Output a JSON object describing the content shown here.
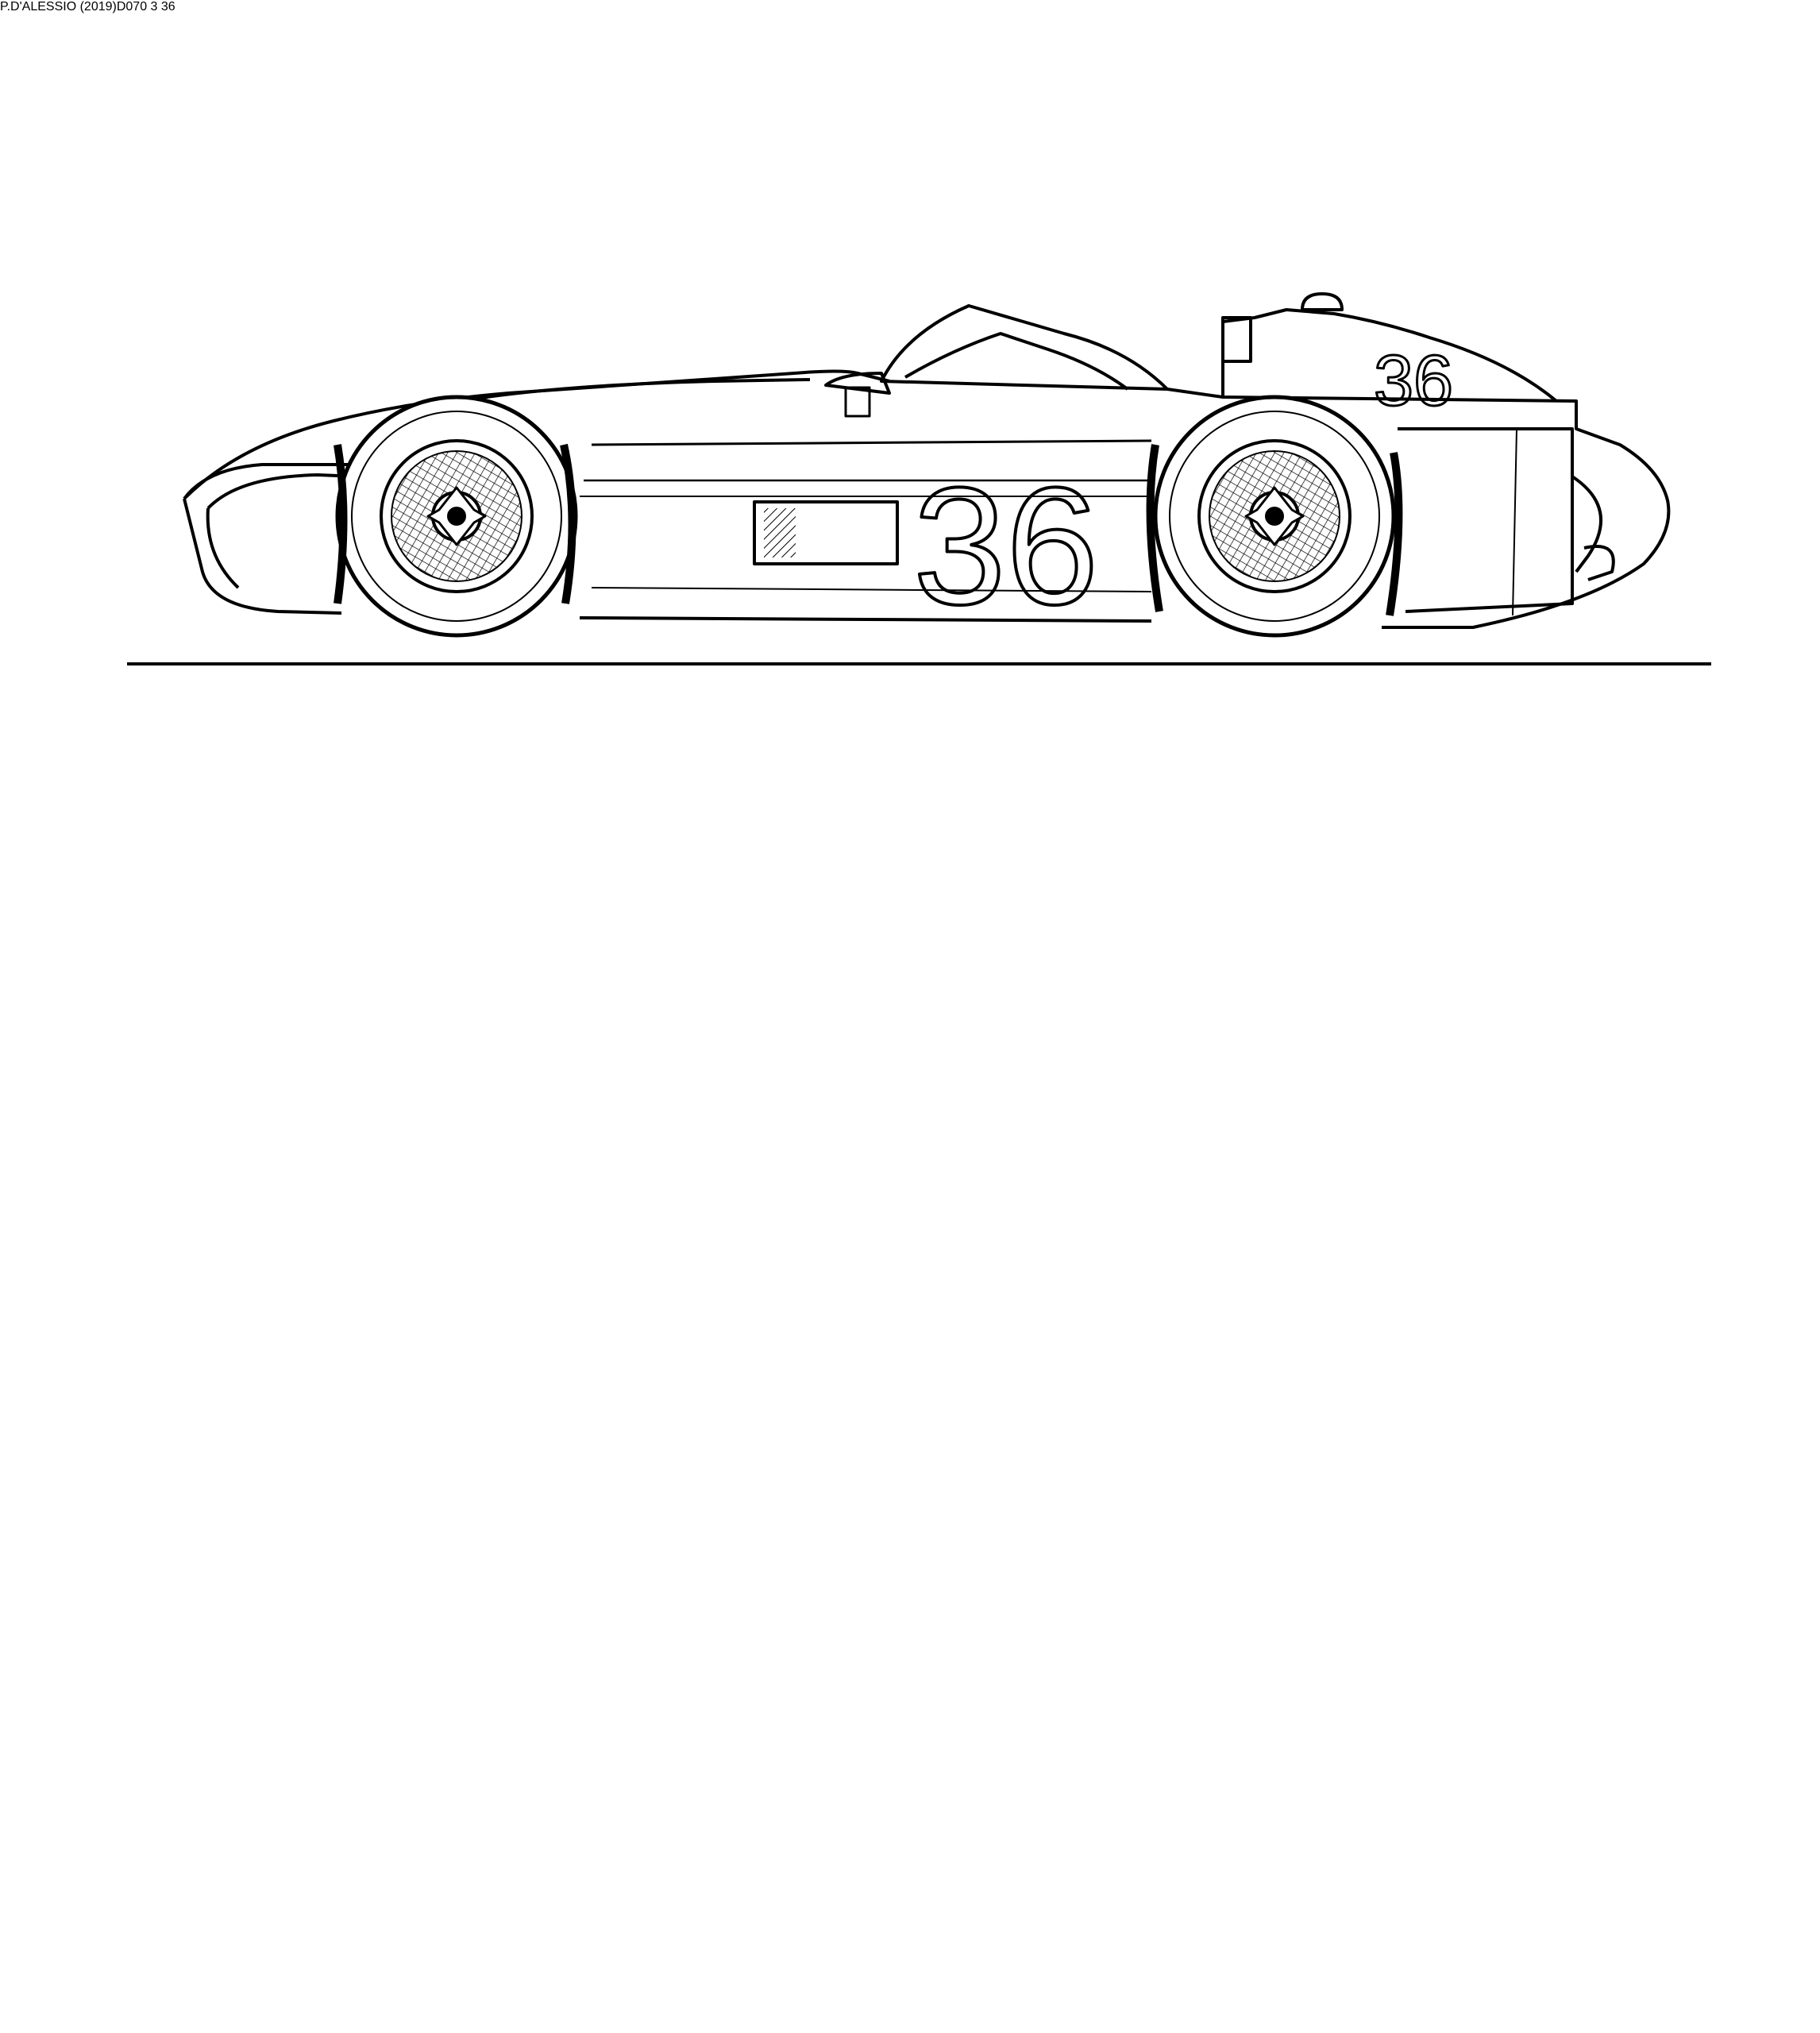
{
  "drawing": {
    "signature": "P.D'ALESSIO (2019)D070",
    "car_number": "36",
    "top_view_number_left": "3",
    "top_view_number_right": "36",
    "ink_color": "#000000",
    "paper_color": "#ffffff"
  },
  "views": [
    {
      "id": "side-view-right"
    },
    {
      "id": "top-view"
    },
    {
      "id": "side-view-left"
    }
  ]
}
